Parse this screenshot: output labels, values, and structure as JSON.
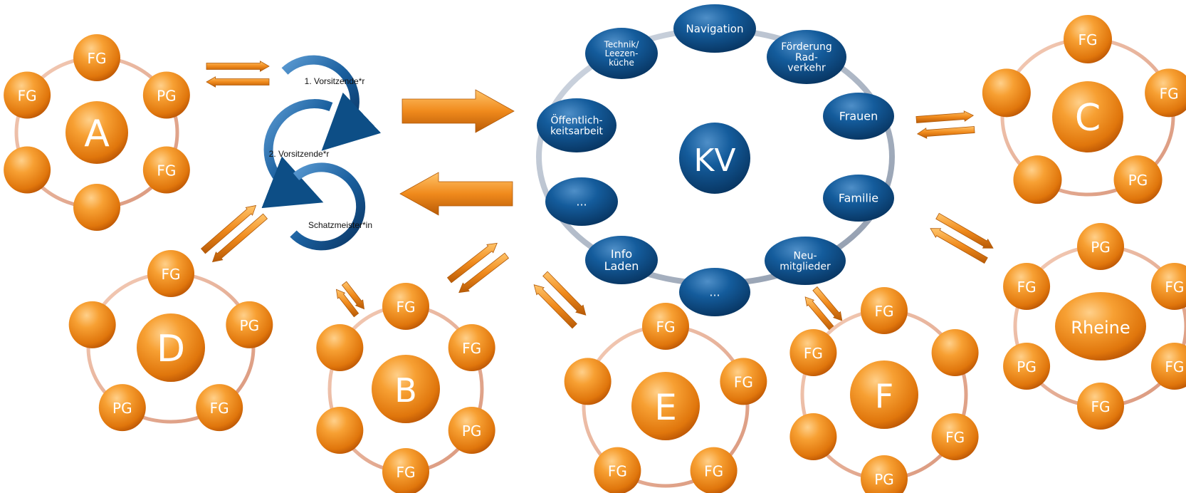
{
  "colors": {
    "orange": "#f08a1c",
    "orange_dark": "#c85f05",
    "orange_light": "#ffc070",
    "blue": "#0d4e86",
    "blue_dark": "#062e55",
    "ring": "#e8b49c",
    "big_ring": "#a9b3c2"
  },
  "kv": {
    "center": "KV",
    "nodes": [
      "Navigation",
      "Förderung Rad- verkehr",
      "Frauen",
      "Familie",
      "Neu- mitglieder",
      "...",
      "Info Laden",
      "...",
      "Öffentlich- keitsarbeit",
      "Technik/ Leezen- küche"
    ]
  },
  "board": {
    "roles": [
      "1. Vorsitzende*r",
      "2. Vorsitzende*r",
      "Schatzmeister*in"
    ]
  },
  "groups": [
    {
      "id": "A",
      "center": "A",
      "satellites": [
        "FG",
        "PG",
        "FG",
        "",
        "",
        "FG"
      ]
    },
    {
      "id": "D",
      "center": "D",
      "satellites": [
        "FG",
        "PG",
        "FG",
        "PG",
        ""
      ]
    },
    {
      "id": "B",
      "center": "B",
      "satellites": [
        "FG",
        "FG",
        "PG",
        "FG",
        "",
        ""
      ]
    },
    {
      "id": "E",
      "center": "E",
      "satellites": [
        "FG",
        "FG",
        "FG",
        "FG",
        ""
      ]
    },
    {
      "id": "F",
      "center": "F",
      "satellites": [
        "FG",
        "",
        "FG",
        "PG",
        "",
        "FG"
      ]
    },
    {
      "id": "C",
      "center": "C",
      "satellites": [
        "FG",
        "FG",
        "PG",
        "",
        ""
      ]
    },
    {
      "id": "Rheine",
      "center": "Rheine",
      "satellites": [
        "PG",
        "FG",
        "FG",
        "FG",
        "PG",
        "FG"
      ]
    }
  ]
}
